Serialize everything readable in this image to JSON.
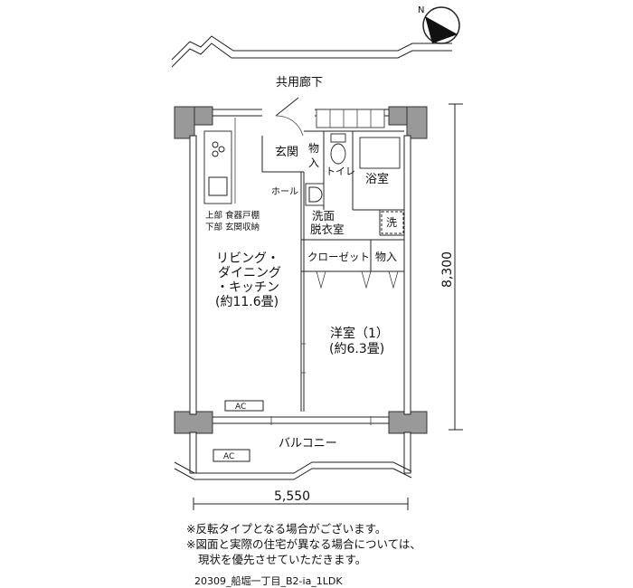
{
  "corridor_label": "共用廊下",
  "rooms": {
    "living": [
      "リビング・",
      "ダイニング",
      "・キッチン",
      "(約11.6畳)"
    ],
    "western": [
      "洋室（1）",
      "(約6.3畳)"
    ],
    "entrance": "玄関",
    "storage_top": "物入",
    "toilet": "トイレ",
    "bath": "浴室",
    "hall": "ホール",
    "washroom": [
      "洗面",
      "脱衣室"
    ],
    "washer": "洗",
    "closet": "クローゼット",
    "storage_side": "物入",
    "cupboard": [
      "上部 食器戸棚",
      "下部 玄関収納"
    ],
    "balcony": "バルコニー"
  },
  "ac_labels": [
    "AC",
    "AC"
  ],
  "dimensions": {
    "height": "8,300",
    "width": "5,550"
  },
  "compass_label": "N",
  "notes": [
    "※反転タイプとなる場合がございます。",
    "※図面と実際の住宅が異なる場合については、",
    "現状を優先させていただきます。"
  ],
  "plan_code": "20309_船堀一丁目_B2-ia_1LDK"
}
